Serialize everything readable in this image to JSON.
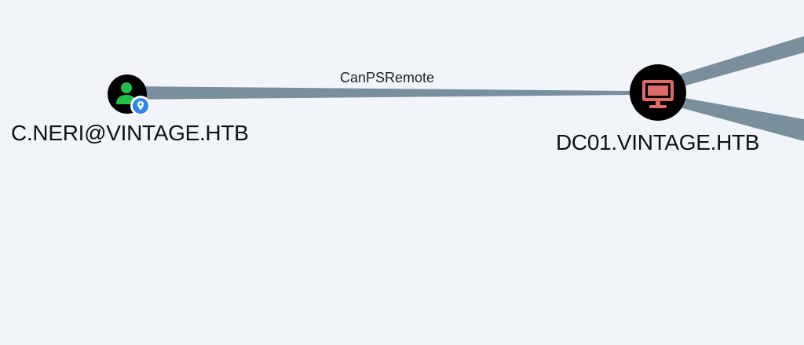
{
  "graph": {
    "nodes": {
      "user": {
        "label": "C.NERI@VINTAGE.HTB",
        "icon": "user-icon",
        "icon_color": "#22c04a",
        "badge_icon": "location-pin-icon",
        "badge_color": "#2b88e8"
      },
      "computer": {
        "label": "DC01.VINTAGE.HTB",
        "icon": "monitor-icon",
        "icon_color": "#e06a66"
      }
    },
    "edges": {
      "psremote": {
        "label": "CanPSRemote",
        "color": "#7a8f9e"
      }
    }
  },
  "colors": {
    "background": "#f1f5fa",
    "node_fill": "#000000"
  }
}
